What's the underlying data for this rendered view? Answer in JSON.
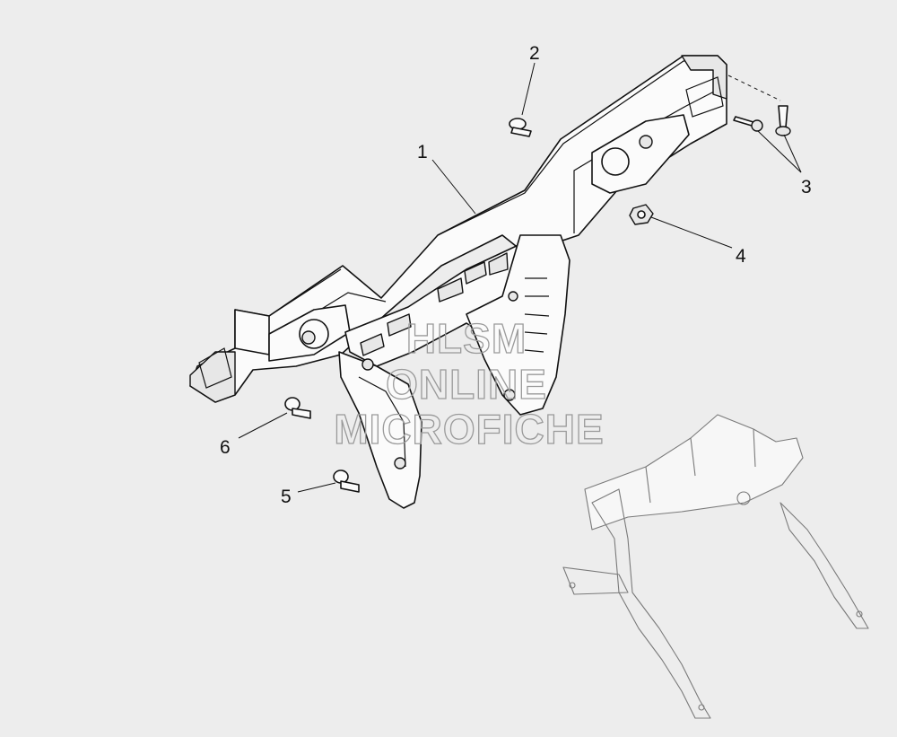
{
  "callouts": [
    "1",
    "2",
    "3",
    "4",
    "5",
    "6"
  ],
  "watermark": {
    "line1": "HLSM",
    "line2": "ONLINE",
    "line3": "MICROFICHE"
  }
}
